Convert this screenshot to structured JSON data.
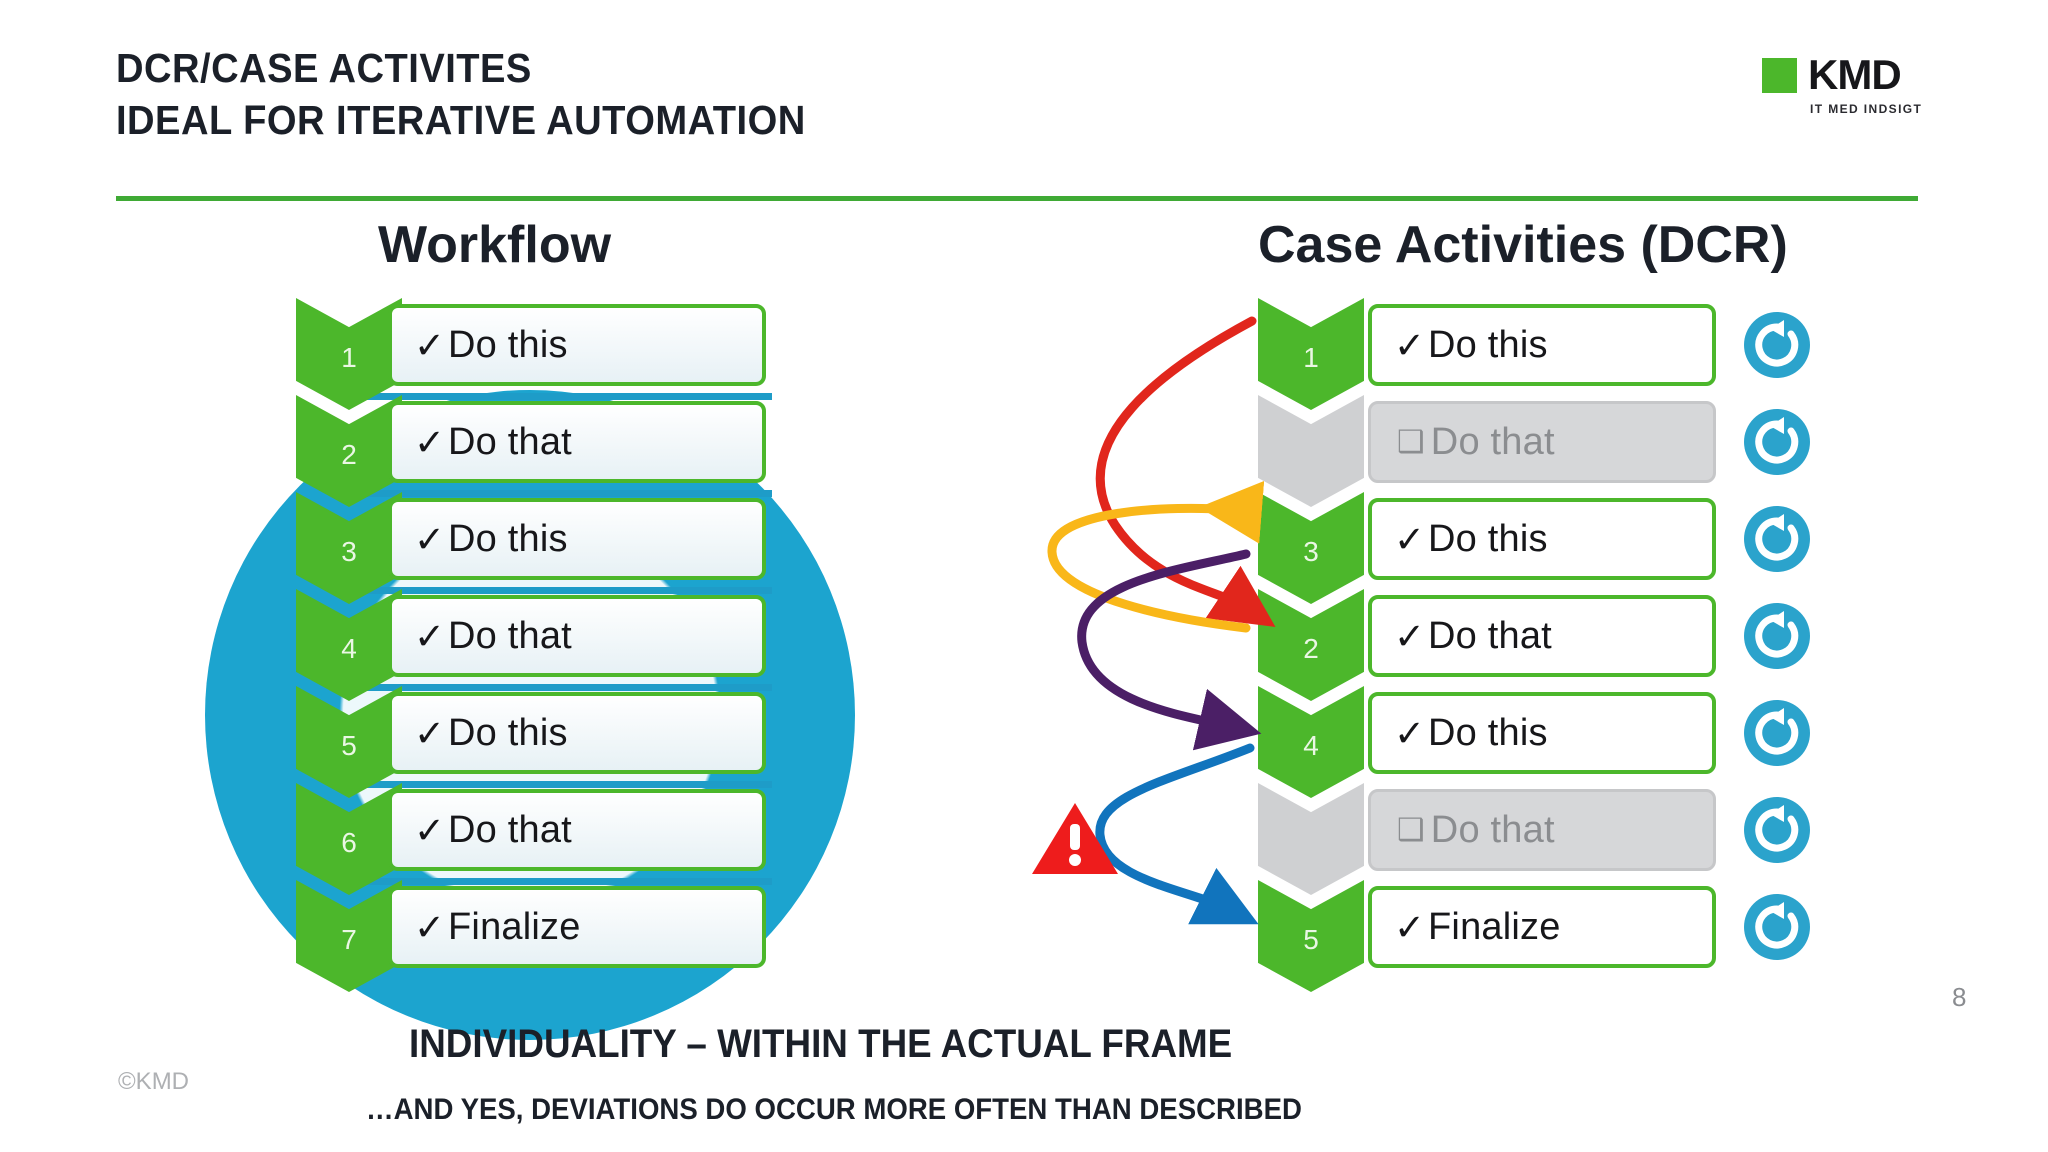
{
  "slide": {
    "title_line1": "DCR/Case Activites",
    "title_line2": "Ideal for iterative automation",
    "page_number": "8",
    "copyright": "©KMD"
  },
  "logo": {
    "wordmark": "KMD",
    "tagline": "IT MED INDSIGT",
    "square_color": "#4cb72b",
    "text_color": "#17171a"
  },
  "columns": {
    "left": {
      "heading": "Workflow",
      "steps": [
        {
          "number": "1",
          "label": "Do this",
          "state": "done",
          "mark": "✓"
        },
        {
          "number": "2",
          "label": "Do that",
          "state": "done",
          "mark": "✓"
        },
        {
          "number": "3",
          "label": "Do this",
          "state": "done",
          "mark": "✓"
        },
        {
          "number": "4",
          "label": "Do that",
          "state": "done",
          "mark": "✓"
        },
        {
          "number": "5",
          "label": "Do this",
          "state": "done",
          "mark": "✓"
        },
        {
          "number": "6",
          "label": "Do that",
          "state": "done",
          "mark": "✓"
        },
        {
          "number": "7",
          "label": "Finalize",
          "state": "done",
          "mark": "✓"
        }
      ]
    },
    "right": {
      "heading": "Case Activities (DCR)",
      "steps": [
        {
          "number": "1",
          "label": "Do this",
          "state": "done",
          "mark": "✓",
          "repeat_icon": "refresh-icon"
        },
        {
          "number": "",
          "label": "Do that",
          "state": "todo",
          "mark": "❑",
          "repeat_icon": "refresh-icon"
        },
        {
          "number": "3",
          "label": "Do this",
          "state": "done",
          "mark": "✓",
          "repeat_icon": "refresh-icon"
        },
        {
          "number": "2",
          "label": "Do that",
          "state": "done",
          "mark": "✓",
          "repeat_icon": "refresh-icon"
        },
        {
          "number": "4",
          "label": "Do this",
          "state": "done",
          "mark": "✓",
          "repeat_icon": "refresh-icon"
        },
        {
          "number": "",
          "label": "Do that",
          "state": "todo",
          "mark": "❑",
          "repeat_icon": "refresh-icon"
        },
        {
          "number": "5",
          "label": "Finalize",
          "state": "done",
          "mark": "✓",
          "repeat_icon": "refresh-icon"
        }
      ]
    }
  },
  "captions": {
    "main": "Individuality – within the actual frame",
    "sub": "…and yes, deviations do occur more often than described"
  },
  "annotations": {
    "warning_icon": "warning-triangle-icon",
    "arrows": [
      {
        "name": "deviation-arrow-red",
        "color": "#e1261c"
      },
      {
        "name": "deviation-arrow-yellow",
        "color": "#f9b719"
      },
      {
        "name": "deviation-arrow-purple",
        "color": "#4b1f66"
      },
      {
        "name": "deviation-arrow-blue",
        "color": "#1174bd"
      }
    ]
  },
  "colors": {
    "brand_green": "#4cb72b",
    "rule_green": "#3faa35",
    "teal": "#1ca4cf",
    "refresh_blue": "#2ba3cc",
    "grey_box": "#d6d7d9",
    "warning_red": "#ee1c1c",
    "heading_text": "#1b2029"
  }
}
